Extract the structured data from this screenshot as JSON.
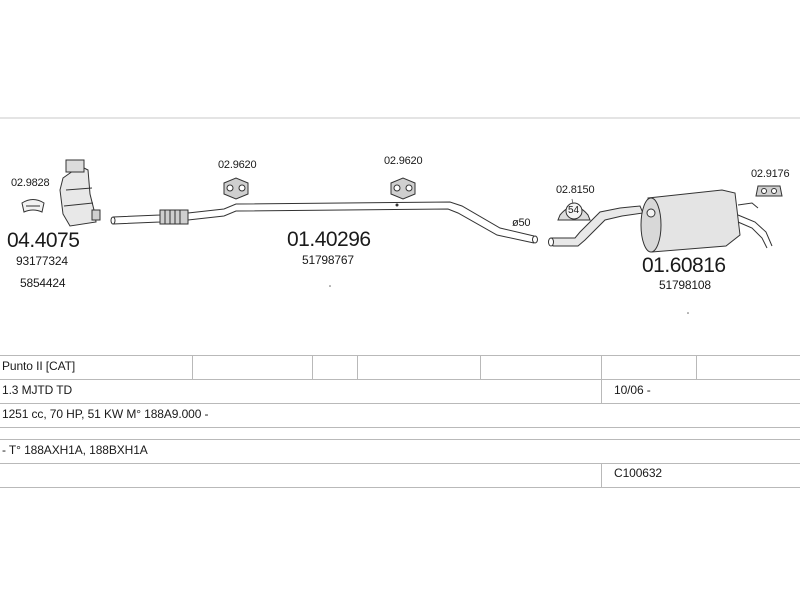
{
  "parts": {
    "cat_clamp_code": "02.9828",
    "cat_code": "04.4075",
    "cat_ref_1": "93177324",
    "cat_ref_2": "5854424",
    "hanger_left_code": "02.9620",
    "hanger_mid_code": "02.9620",
    "mid_pipe_code": "01.40296",
    "mid_pipe_ref": "51798767",
    "diameter_label": "ø50",
    "clamp_code": "02.8150",
    "clamp_size": "54",
    "rear_hanger_code": "02.9176",
    "rear_muffler_code": "01.60816",
    "rear_muffler_ref": "51798108"
  },
  "table": {
    "model": "Punto II  [CAT]",
    "engine": "1.3 MJTD TD",
    "date": "10/06 -",
    "spec": "1251 cc, 70 HP, 51 KW  M° 188A9.000 -",
    "type": "- T° 188AXH1A, 188BXH1A",
    "catalog_code": "C100632"
  }
}
